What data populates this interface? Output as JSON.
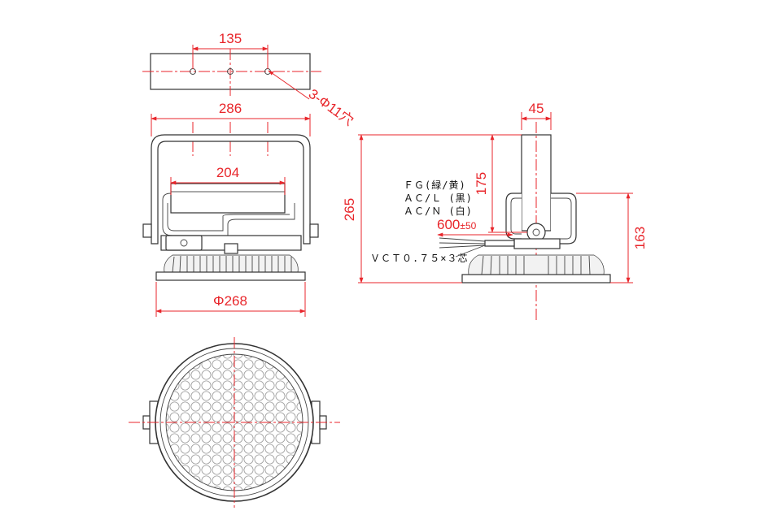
{
  "top_view": {
    "hole_spacing": "135",
    "hole_callout": "3-Φ11穴"
  },
  "front_view": {
    "overall_width": "286",
    "bracket_width": "204",
    "diameter": "Φ268"
  },
  "side_view": {
    "bracket_depth": "45",
    "total_height": "265",
    "pivot_height": "175",
    "body_height": "163",
    "cable_length": "600",
    "cable_tolerance": "±50",
    "wire_labels": [
      "ＦＧ(緑/黄)",
      "ＡＣ/Ｌ (黒)",
      "ＡＣ/Ｎ (白)"
    ],
    "cable_type": "ＶＣＴ０.７５×３芯"
  },
  "colors": {
    "dimension": "#e8262b",
    "outline": "#333333"
  }
}
